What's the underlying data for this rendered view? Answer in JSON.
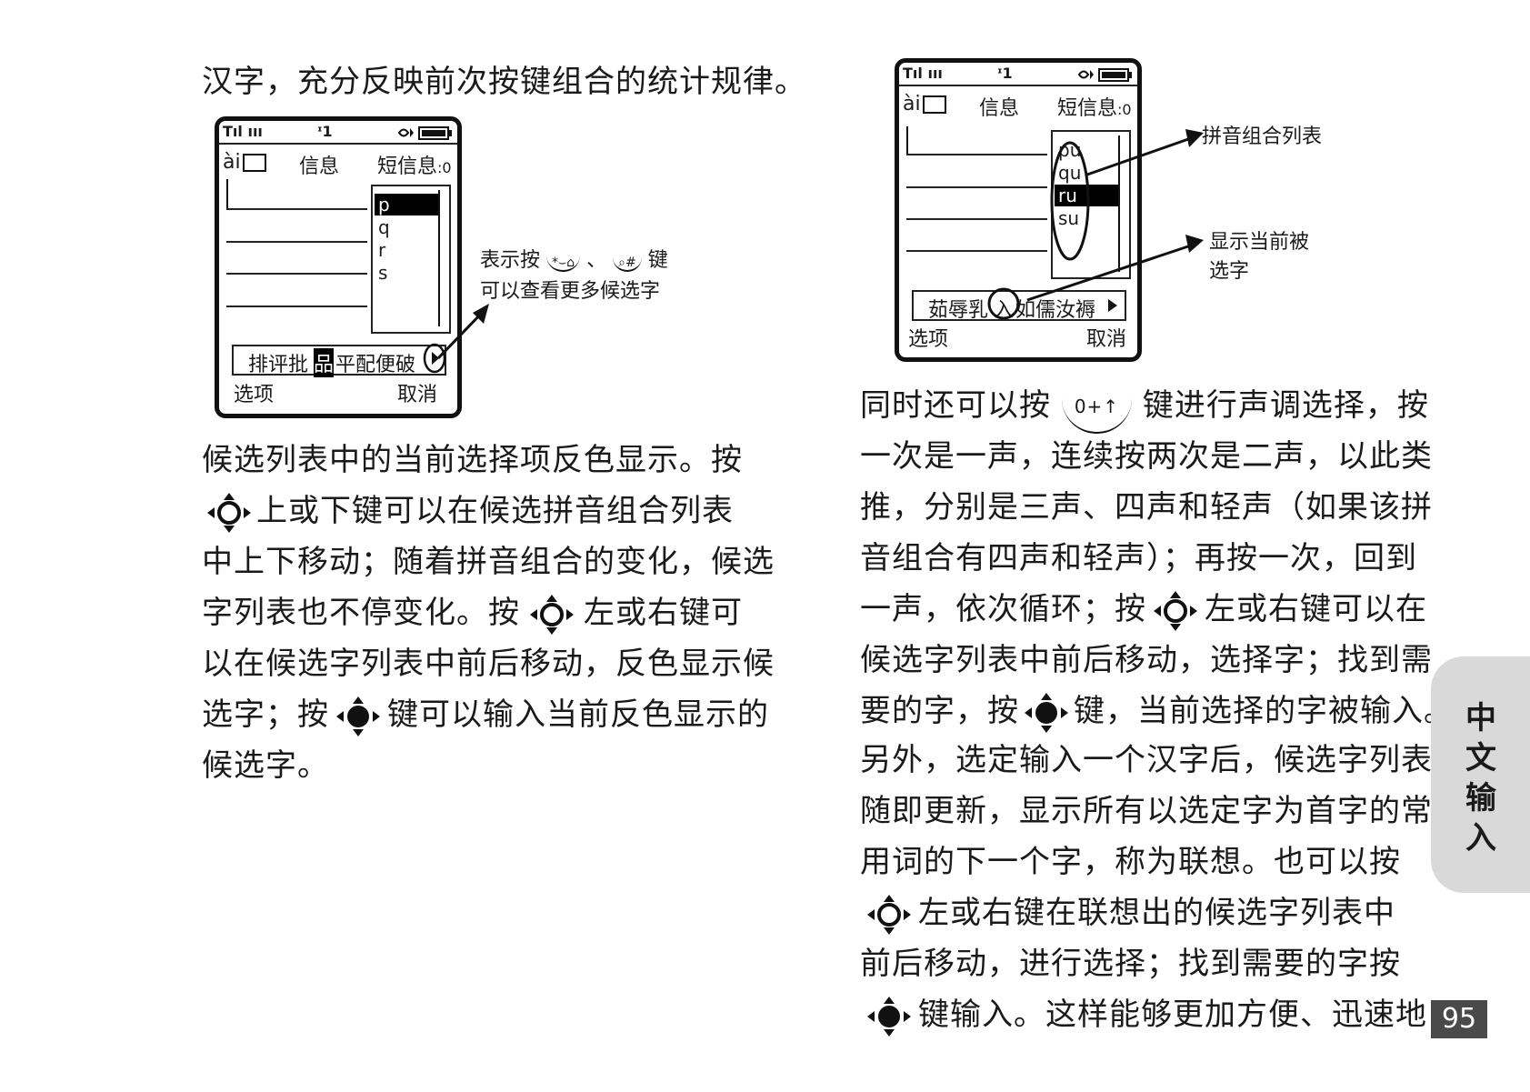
{
  "left_column": {
    "intro_line": "汉字，充分反映前次按键组合的统计规律。",
    "para_lines": [
      "候选列表中的当前选择项反色显示。按",
      "上或下键可以在候选拼音组合列表",
      "中上下移动；随着拼音组合的变化，候选",
      "字列表也不停变化。按",
      "左或右键可",
      "以在候选字列表中前后移动，反色显示候",
      "选字；按",
      "键可以输入当前反色显示的",
      "候选字。"
    ]
  },
  "phone1": {
    "status_left": "Tıl ııı",
    "status_mid": "ᶦ1",
    "header_left": "ài",
    "header_mid": "信息",
    "header_right": "短信息",
    "header_count": "0",
    "list_items": [
      "p",
      "q",
      "r",
      "s"
    ],
    "candidates_before": "排评批",
    "candidate_selected": "品",
    "candidates_after": "平配便破",
    "softkey_left": "选项",
    "softkey_right": "取消"
  },
  "callout1": {
    "line1_a": "表示按",
    "line1_key1": "*⌣⌂",
    "line1_sep": "、",
    "line1_key2": "⌕#",
    "line1_b": "键",
    "line2": "可以查看更多候选字"
  },
  "phone2": {
    "status_left": "Tıl ııı",
    "status_mid": "ᶦ1",
    "header_left": "ài",
    "header_mid": "信息",
    "header_right": "短信息",
    "header_count": "0",
    "list_items": [
      "pu",
      "qu",
      "ru",
      "su"
    ],
    "candidates_before": "茹辱乳",
    "candidate_selected": "入",
    "candidates_after": "如儒汝褥",
    "softkey_left": "选项",
    "softkey_right": "取消"
  },
  "callout2": {
    "label_a": "拼音组合列表",
    "label_b1": "显示当前被",
    "label_b2": "选字"
  },
  "right_column": {
    "line1_a": "同时还可以按",
    "line1_key": "0+↑",
    "line1_b": "键进行声调选择，按",
    "lines_mid": [
      "一次是一声，连续按两次是二声，以此类",
      "推，分别是三声、四声和轻声（如果该拼",
      "音组合有四声和轻声）；再按一次，回到"
    ],
    "line5_a": "一声，依次循环；按",
    "line5_b": "左或右键可以在",
    "line6": "候选字列表中前后移动，选择字；找到需",
    "line7_a": "要的字，按",
    "line7_b": "键，当前选择的字被输入。",
    "para2_lines": [
      "另外，选定输入一个汉字后，候选字列表",
      "随即更新，显示所有以选定字为首字的常",
      "用词的下一个字，称为联想。也可以按"
    ],
    "line11_b": "左或右键在联想出的候选字列表中",
    "line12": "前后移动，进行选择；找到需要的字按",
    "line13_b": "键输入。这样能够更加方便、迅速地"
  },
  "side_tab": [
    "中",
    "文",
    "输",
    "入"
  ],
  "page_number": "95"
}
